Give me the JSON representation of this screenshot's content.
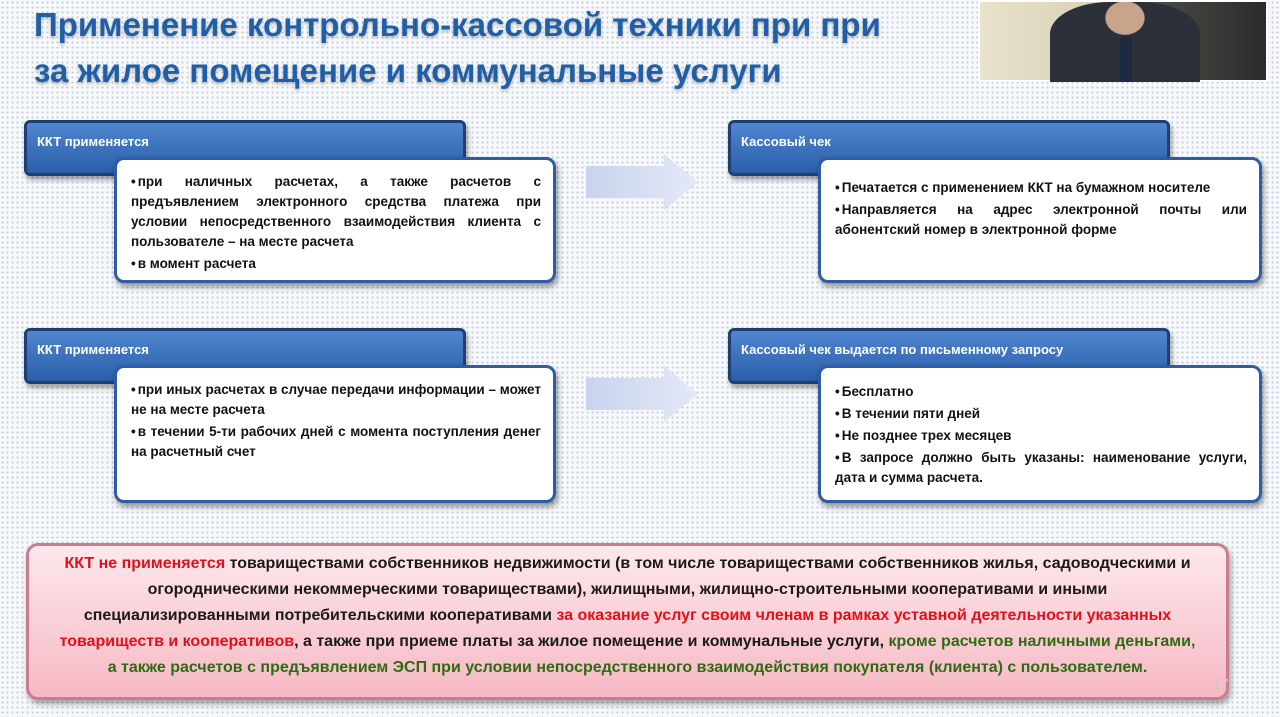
{
  "slide": {
    "title_line1": "Применение контрольно-кассовой техники при при",
    "title_line2": "за жилое помещение и коммунальные услуги",
    "page_number": "17"
  },
  "left_top": {
    "header": "ККТ применяется",
    "items": [
      "при наличных расчетах, а также расчетов с предъявлением электронного средства платежа при условии непосредственного взаимодействия клиента с пользователе – на месте расчета",
      "в момент расчета"
    ]
  },
  "right_top": {
    "header": "Кассовый чек",
    "items": [
      "Печатается с применением ККТ на бумажном носителе",
      "Направляется на адрес электронной почты или абонентский номер в электронной форме"
    ]
  },
  "left_bottom": {
    "header": "ККТ применяется",
    "items": [
      "при иных расчетах в случае передачи информации – может не на месте расчета",
      "в течении 5-ти рабочих дней с момента поступления денег на расчетный счет"
    ]
  },
  "right_bottom": {
    "header": "Кассовый чек выдается по письменному  запросу",
    "items": [
      "Бесплатно",
      "В течении пяти дней",
      "Не позднее трех месяцев",
      "В запросе должно быть указаны: наименование услуги, дата и сумма расчета."
    ]
  },
  "note": {
    "part1_red": "ККТ не применяется",
    "part2": " товариществами собственников недвижимости (в том числе товариществами собственников жилья, садоводческими и огородническими некоммерческими товариществами), жилищными, жилищно-строительными кооперативами и иными специализированными потребительскими кооперативами ",
    "part3_red": "за оказание услуг своим членам в рамках уставной деятельности указанных товариществ и кооперативов",
    "part4": ", а также при приеме платы за жилое помещение и коммунальные услуги, ",
    "part5_green": "кроме расчетов  наличными деньгами, а также расчетов с предъявлением ЭСП при условии непосредственного взаимодействия покупателя (клиента) с пользователем."
  },
  "colors": {
    "title": "#1f5fa8",
    "header_fill": "#3a6fbe",
    "red_text": "#e3101a",
    "green_text": "#2f6b12",
    "note_fill": "#f7b9c4"
  }
}
